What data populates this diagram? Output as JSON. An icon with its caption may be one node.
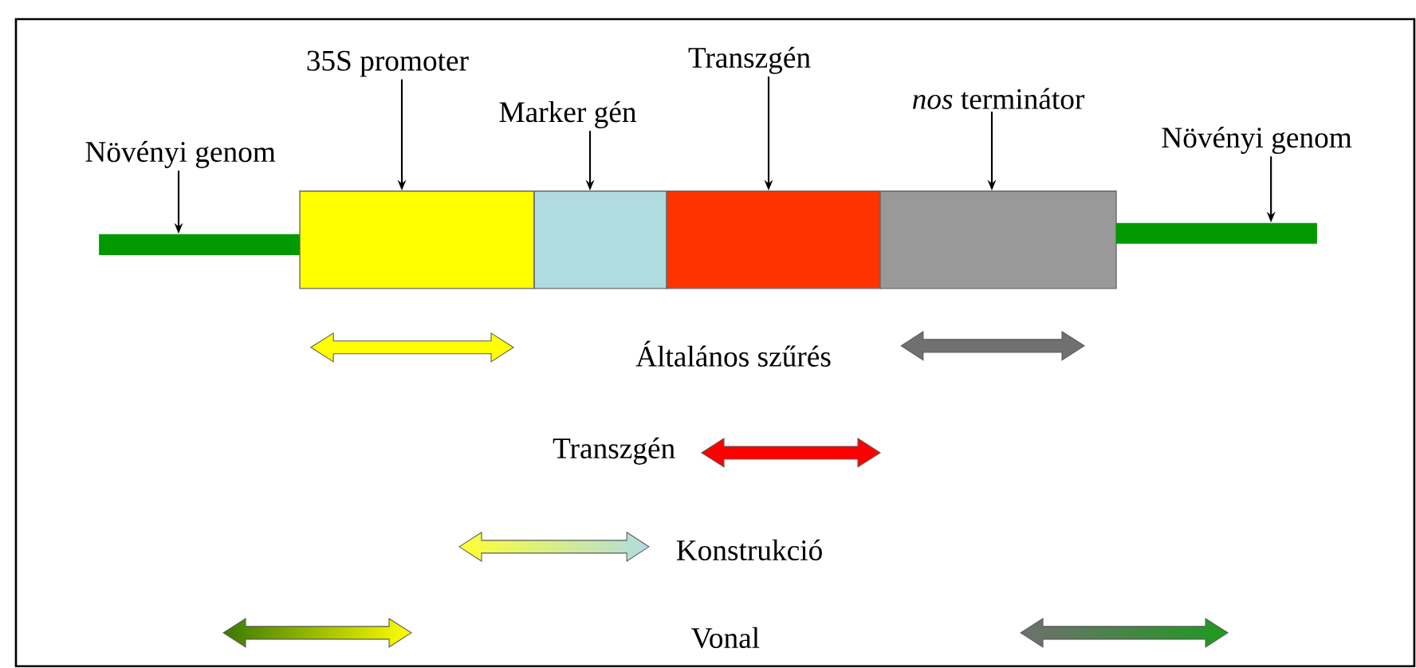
{
  "diagram": {
    "nodes": [
      {
        "text": [
          "Növényi genom"
        ]
      },
      {
        "text": [
          "35S promoter"
        ]
      },
      {
        "text": [
          "Marker gén"
        ]
      },
      {
        "text": [
          "Transzgén"
        ]
      },
      {
        "text": [
          "*nos* terminátor"
        ]
      },
      {
        "text": [
          "Növényi genom"
        ]
      },
      {
        "text": [],
        "shape": "bar"
      },
      {
        "text": [],
        "shape": "box"
      },
      {
        "text": [],
        "shape": "box"
      },
      {
        "text": [],
        "shape": "box"
      },
      {
        "text": [],
        "shape": "box"
      },
      {
        "text": [],
        "shape": "bar"
      }
    ],
    "edges": [
      {
        "from": 0,
        "to": 6,
        "arrow": "to"
      },
      {
        "from": 1,
        "to": 7,
        "arrow": "to"
      },
      {
        "from": 2,
        "to": 8,
        "arrow": "to"
      },
      {
        "from": 3,
        "to": 9,
        "arrow": "to"
      },
      {
        "from": 4,
        "to": 10,
        "arrow": "to"
      },
      {
        "from": 5,
        "to": 11,
        "arrow": "to"
      }
    ],
    "labels": [
      "Általános szűrés",
      "Transzgén",
      "Konstrukció",
      "Vonal"
    ]
  }
}
